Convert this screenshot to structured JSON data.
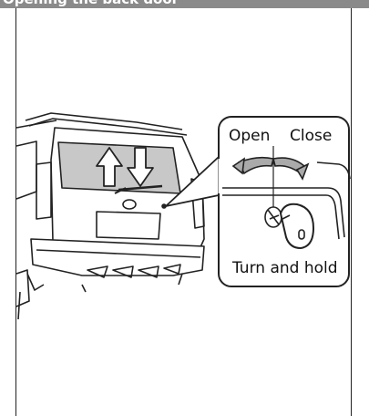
{
  "header": {
    "title": "Opening the back door"
  },
  "callout": {
    "open_label": "Open",
    "close_label": "Close",
    "caption": "Turn and hold"
  }
}
